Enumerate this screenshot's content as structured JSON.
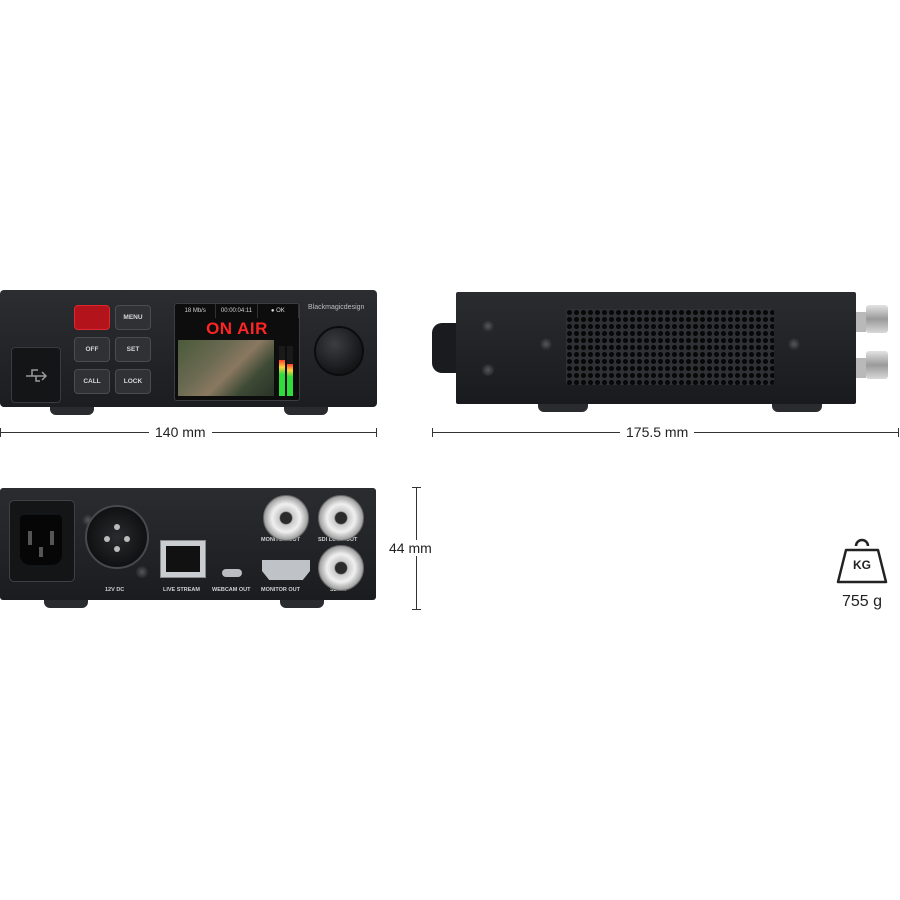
{
  "front_view": {
    "buttons": [
      "",
      "MENU",
      "OFF",
      "SET",
      "CALL",
      "LOCK"
    ],
    "lcd": {
      "top_bar": [
        "18 Mb/s",
        "00:00:04:11",
        "● OK"
      ],
      "status": "ON AIR"
    },
    "brand": "Blackmagicdesign"
  },
  "rear_view": {
    "ports": {
      "power": "12V DC",
      "ethernet": "LIVE STREAM",
      "usb": "WEBCAM OUT",
      "hdmi": "MONITOR OUT",
      "sdi_monitor": "MONITOR OUT",
      "sdi_loop": "SDI LOOP OUT",
      "sdi_in": "SDI IN"
    }
  },
  "dimensions": {
    "width_label": "140 mm",
    "depth_label": "175.5 mm",
    "height_label": "44 mm"
  },
  "weight": {
    "icon_label": "KG",
    "value": "755 g"
  }
}
